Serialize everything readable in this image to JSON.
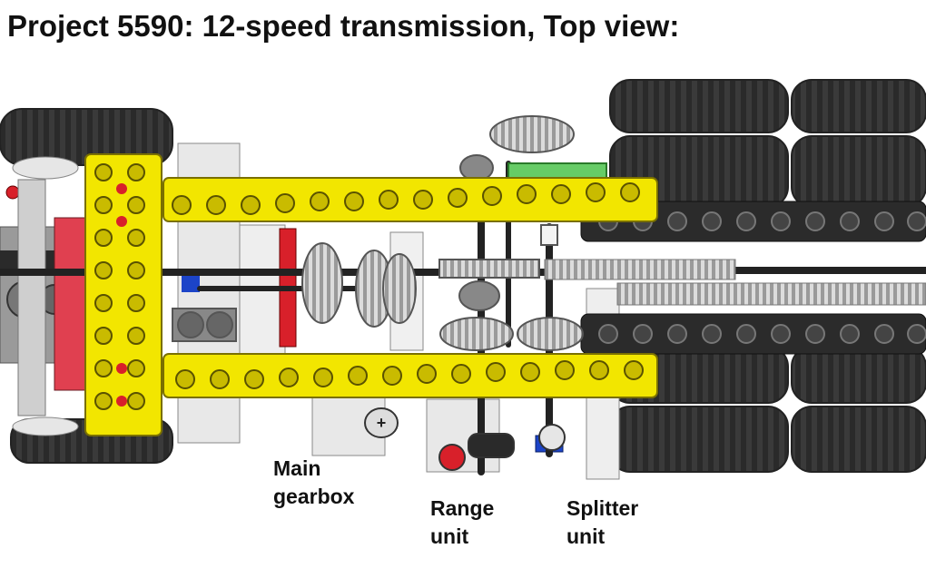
{
  "title": "Project 5590: 12-speed transmission, Top view:",
  "labels": {
    "main_gearbox": [
      "Main",
      "gearbox"
    ],
    "range_unit": [
      "Range",
      "unit"
    ],
    "splitter_unit": [
      "Splitter",
      "unit"
    ]
  },
  "colors": {
    "yellow_beam": "#f2e600",
    "black_beam": "#2b2b2b",
    "tire": "#333333",
    "white_plate": "#e8e8e8",
    "red_part": "#d8202a",
    "blue_part": "#1c44c8",
    "green_gear": "#66cc66"
  }
}
